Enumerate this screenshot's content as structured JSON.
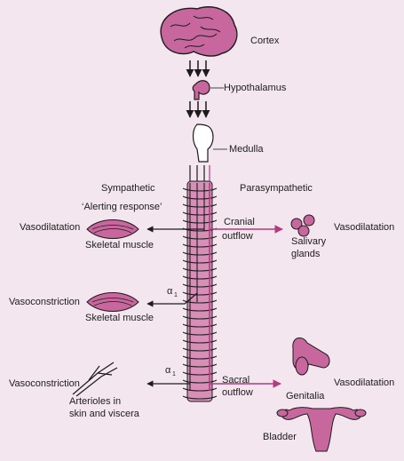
{
  "labels": {
    "cortex": "Cortex",
    "hypothalamus": "Hypothalamus",
    "medulla": "Medulla",
    "sympathetic": "Sympathetic",
    "parasympathetic": "Parasympathetic",
    "alerting_response": "‘Alerting response’",
    "vasodilatation_left": "Vasodilatation",
    "skeletal_muscle_top": "Skeletal muscle",
    "cranial_outflow_line1": "Cranial",
    "cranial_outflow_line2": "outflow",
    "salivary_glands_line1": "Salivary",
    "salivary_glands_line2": "glands",
    "vasodilatation_right_top": "Vasodilatation",
    "vasoconstriction_mid": "Vasoconstriction",
    "alpha1_mid": "α",
    "alpha1_mid_sub": "1",
    "skeletal_muscle_bottom": "Skeletal muscle",
    "vasoconstriction_bottom": "Vasoconstriction",
    "alpha1_bottom": "α",
    "alpha1_bottom_sub": "1",
    "arterioles_line1": "Arterioles in",
    "arterioles_line2": "skin and viscera",
    "sacral_outflow_line1": "Sacral",
    "sacral_outflow_line2": "outflow",
    "genitalia": "Genitalia",
    "vasodilatation_right_bottom": "Vasodilatation",
    "bladder": "Bladder"
  },
  "colors": {
    "background": "#f4e6ee",
    "organ_fill": "#c7679d",
    "outline": "#1c1c1c",
    "parasympathetic_line": "#b23c7f",
    "vertebra_fill": "#d88fb7"
  }
}
